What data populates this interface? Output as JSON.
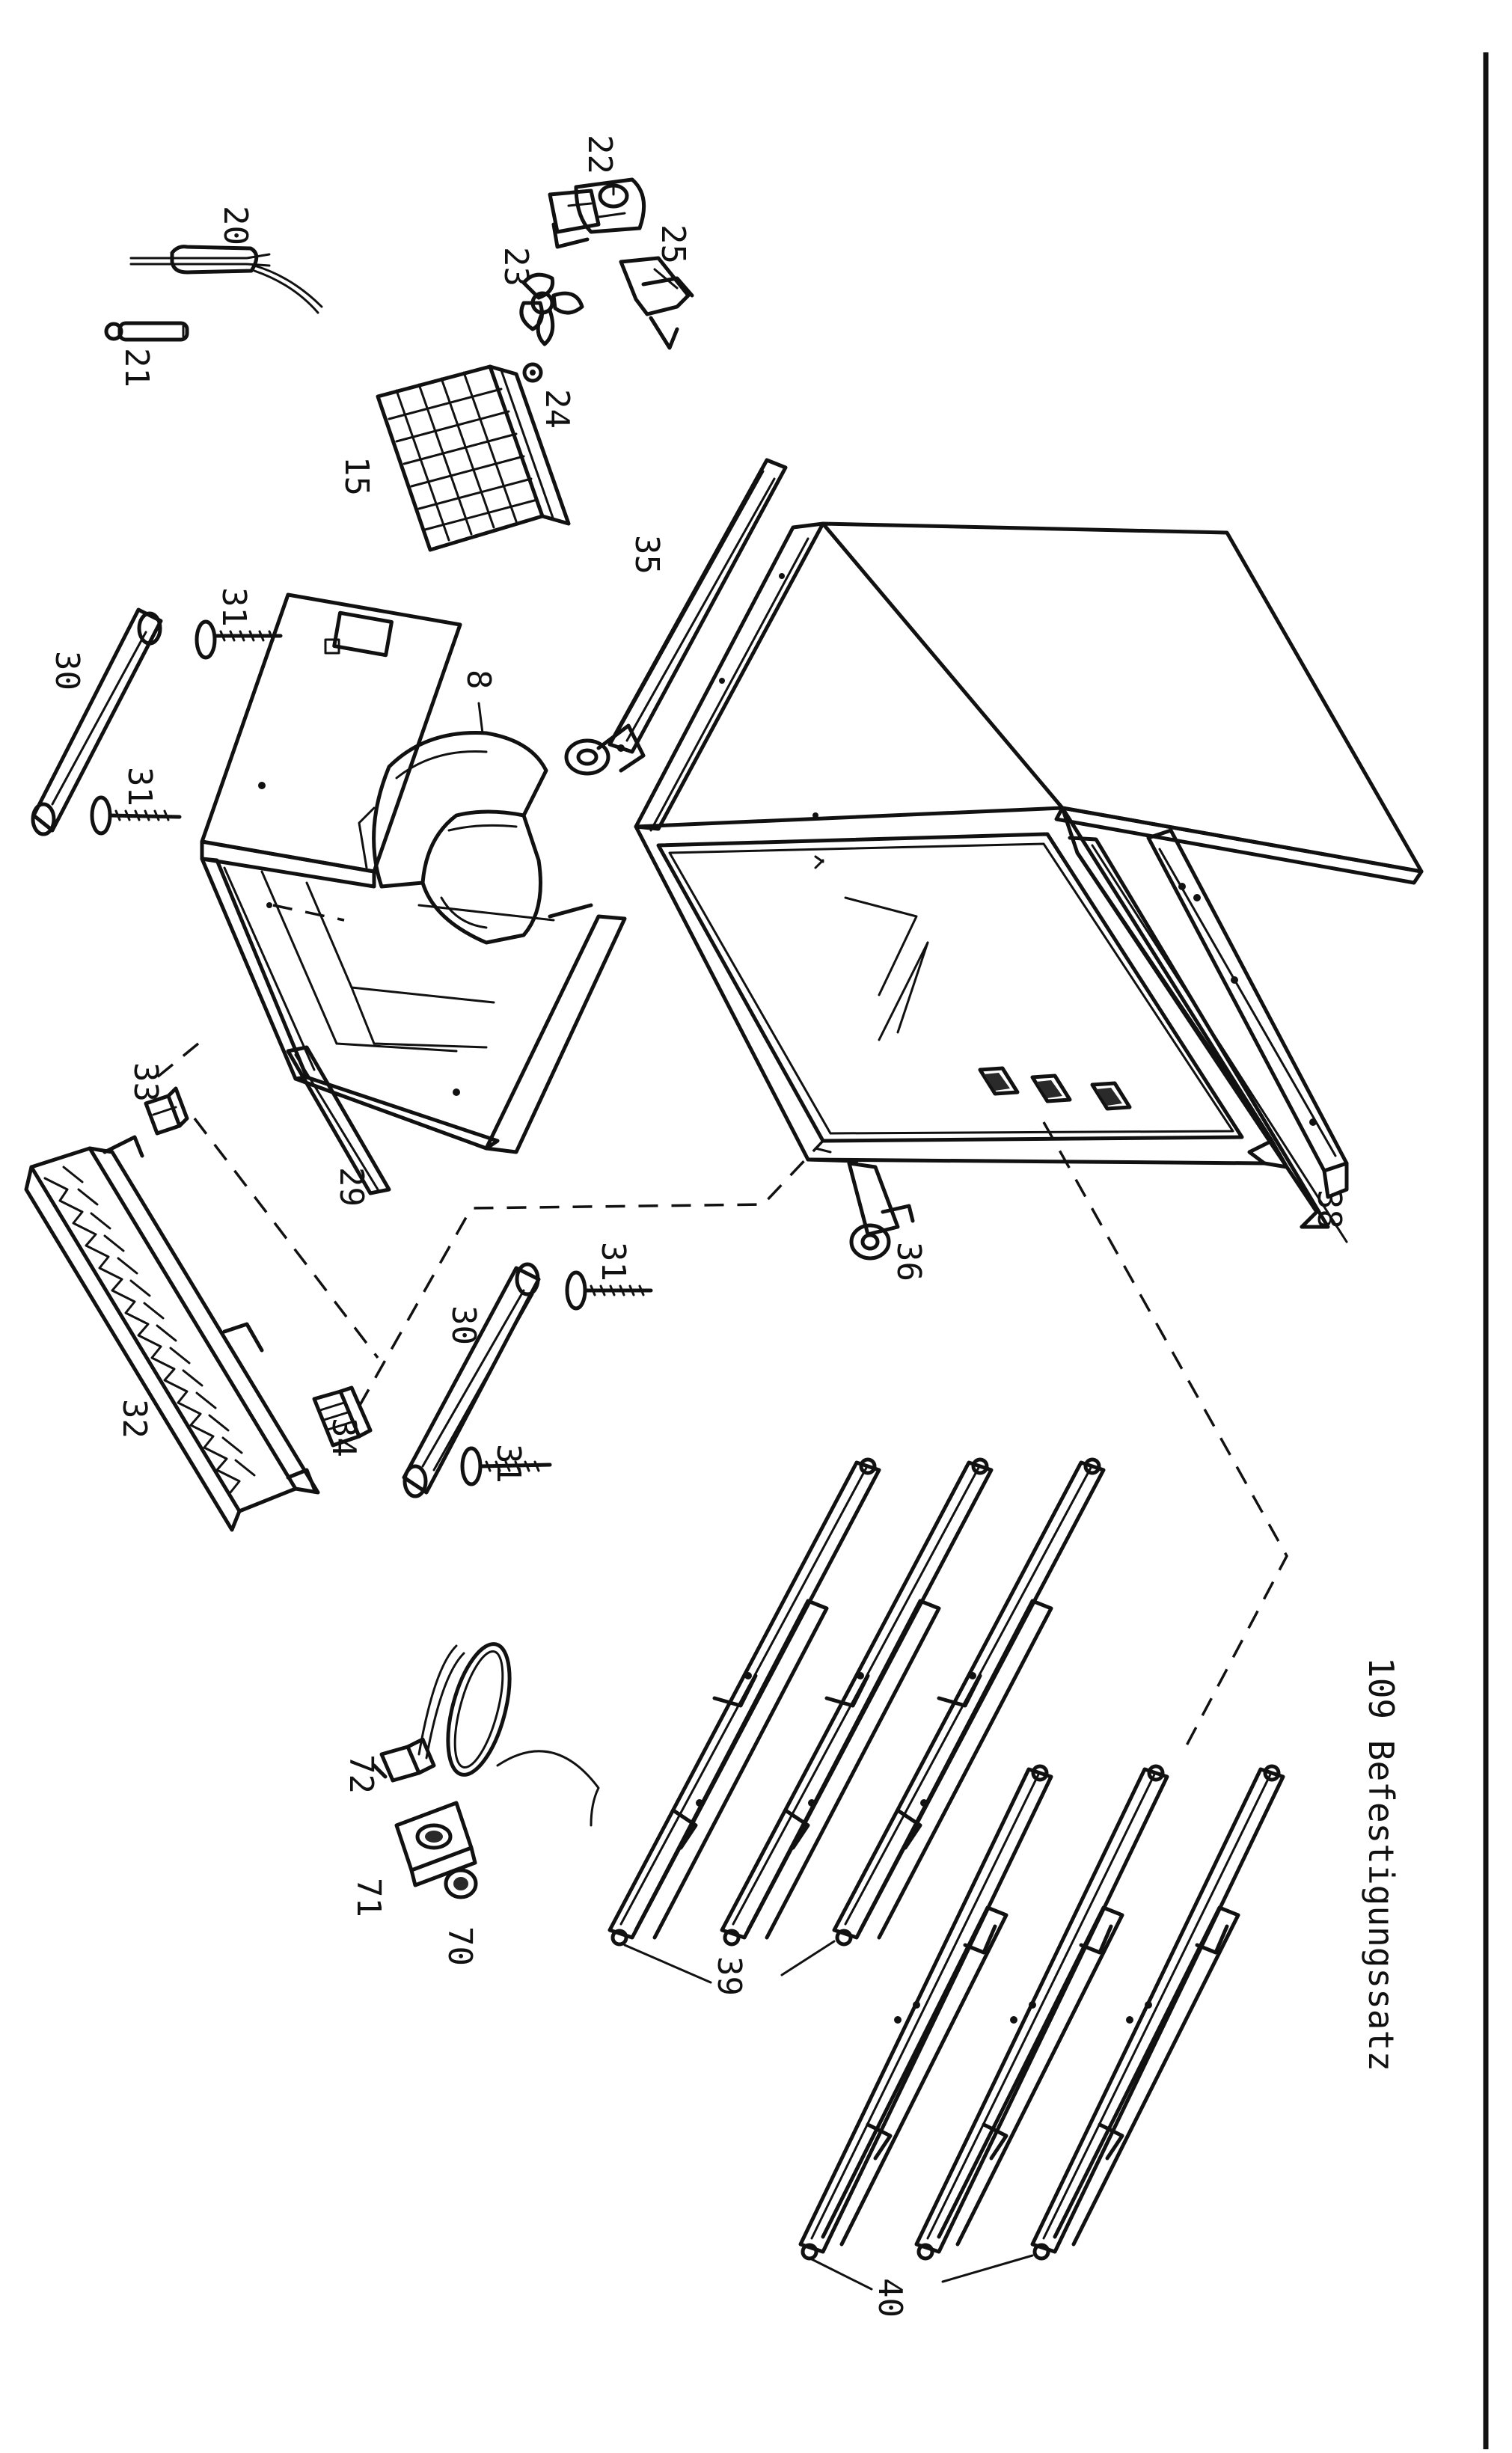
{
  "labels": {
    "p20": "20",
    "p21": "21",
    "p22": "22",
    "p23": "23",
    "p24": "24",
    "p25": "25",
    "p15": "15",
    "p35": "35",
    "p31a": "31",
    "p30a": "30",
    "p31b": "31",
    "p8": "8",
    "p33": "33",
    "p29": "29",
    "p32": "32",
    "p34": "34",
    "p31c": "31",
    "p30b": "30",
    "p31d": "31",
    "p36": "36",
    "p38": "38",
    "p72": "72",
    "p71": "71",
    "p70": "70",
    "p39": "39",
    "p40": "40"
  },
  "note": "109 Befestigungssatz"
}
